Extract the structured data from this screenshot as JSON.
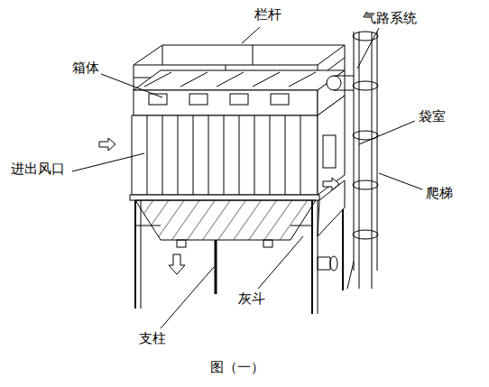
{
  "diagram": {
    "caption": "图（一）",
    "labels": [
      "栏杆",
      "气路系统",
      "箱体",
      "袋室",
      "进出风口",
      "爬梯",
      "灰斗",
      "支柱"
    ]
  }
}
